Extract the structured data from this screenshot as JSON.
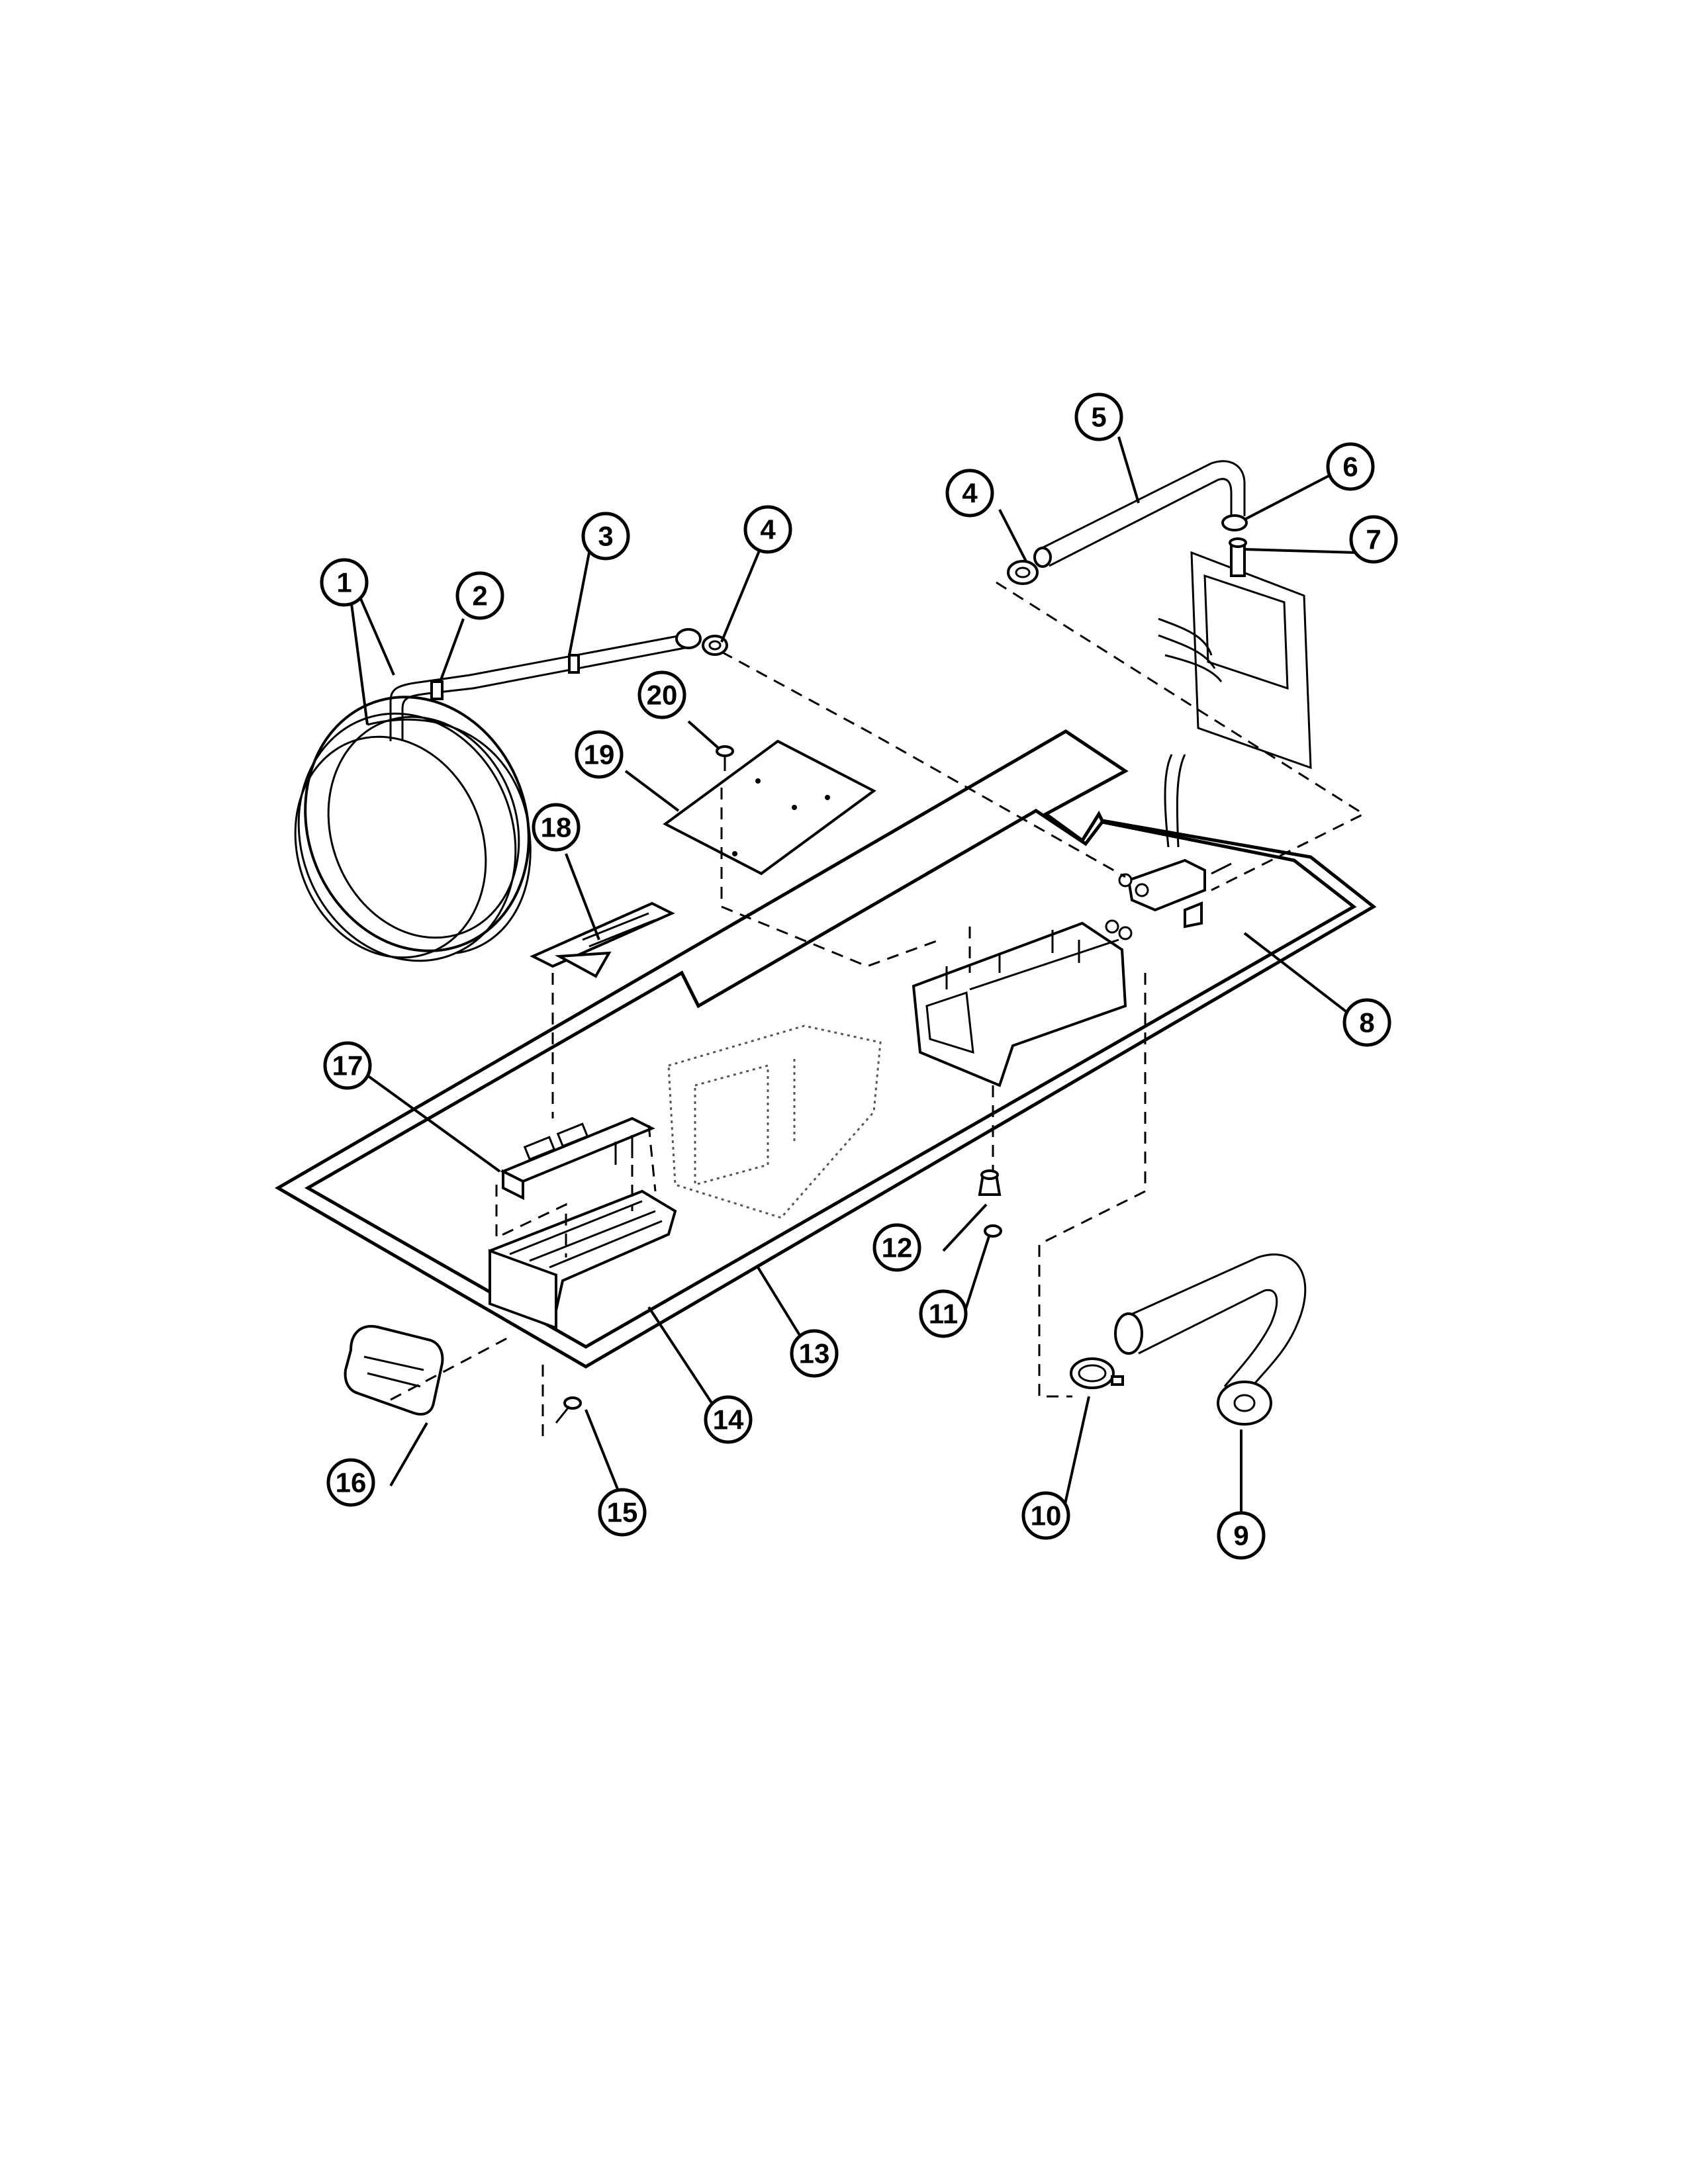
{
  "diagram": {
    "callouts": [
      {
        "id": "1",
        "label": "1"
      },
      {
        "id": "2",
        "label": "2"
      },
      {
        "id": "3",
        "label": "3"
      },
      {
        "id": "4a",
        "label": "4"
      },
      {
        "id": "4b",
        "label": "4"
      },
      {
        "id": "5",
        "label": "5"
      },
      {
        "id": "6",
        "label": "6"
      },
      {
        "id": "7",
        "label": "7"
      },
      {
        "id": "8",
        "label": "8"
      },
      {
        "id": "9",
        "label": "9"
      },
      {
        "id": "10",
        "label": "10"
      },
      {
        "id": "11",
        "label": "11"
      },
      {
        "id": "12",
        "label": "12"
      },
      {
        "id": "13",
        "label": "13"
      },
      {
        "id": "14",
        "label": "14"
      },
      {
        "id": "15",
        "label": "15"
      },
      {
        "id": "16",
        "label": "16"
      },
      {
        "id": "17",
        "label": "17"
      },
      {
        "id": "18",
        "label": "18"
      },
      {
        "id": "19",
        "label": "19"
      },
      {
        "id": "20",
        "label": "20"
      }
    ]
  }
}
